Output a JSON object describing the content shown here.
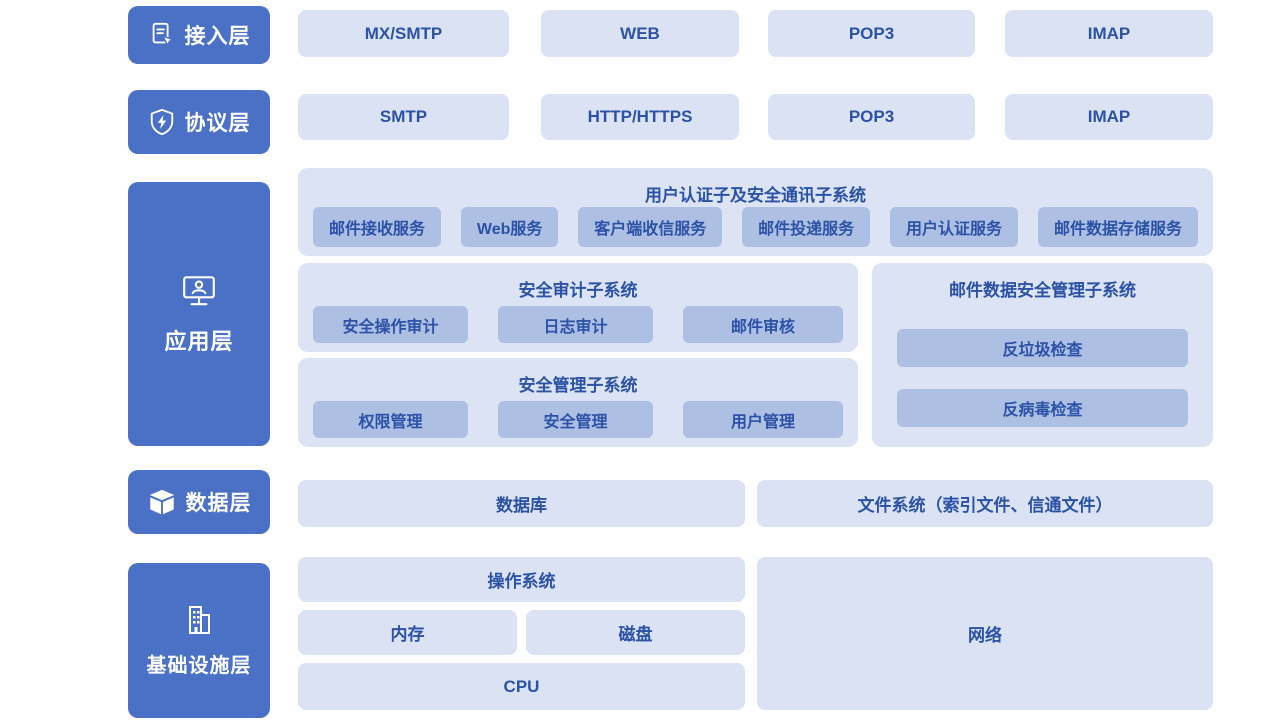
{
  "layers": {
    "access": {
      "label": "接入层",
      "icon": "file-touch-icon"
    },
    "protocol": {
      "label": "协议层",
      "icon": "shield-bolt-icon"
    },
    "application": {
      "label": "应用层",
      "icon": "monitor-icon"
    },
    "data": {
      "label": "数据层",
      "icon": "open-box-icon"
    },
    "infrastructure": {
      "label": "基础设施层",
      "icon": "building-icon"
    }
  },
  "access_row": [
    "MX/SMTP",
    "WEB",
    "POP3",
    "IMAP"
  ],
  "protocol_row": [
    "SMTP",
    "HTTP/HTTPS",
    "POP3",
    "IMAP"
  ],
  "application_layer": {
    "auth_comm_subsystem": {
      "title": "用户认证子及安全通讯子系统",
      "services": [
        "邮件接收服务",
        "Web服务",
        "客户端收信服务",
        "邮件投递服务",
        "用户认证服务",
        "邮件数据存储服务"
      ]
    },
    "audit_subsystem": {
      "title": "安全审计子系统",
      "services": [
        "安全操作审计",
        "日志审计",
        "邮件审核"
      ]
    },
    "security_mgmt_subsystem": {
      "title": "安全管理子系统",
      "services": [
        "权限管理",
        "安全管理",
        "用户管理"
      ]
    },
    "mail_data_security_subsystem": {
      "title": "邮件数据安全管理子系统",
      "services": [
        "反垃圾检查",
        "反病毒检查"
      ]
    }
  },
  "data_layer": {
    "database": "数据库",
    "file_system": "文件系统（索引文件、信通文件）"
  },
  "infrastructure_layer": {
    "os": "操作系统",
    "memory": "内存",
    "disk": "磁盘",
    "cpu": "CPU",
    "network": "网络"
  },
  "colors": {
    "layer_badge_bg": "#4a71c5",
    "chip_bg": "#dbe2f4",
    "panel_bg": "#dce3f5",
    "sub_chip_bg": "#aebfe4",
    "text_blue": "#2b52a6"
  }
}
